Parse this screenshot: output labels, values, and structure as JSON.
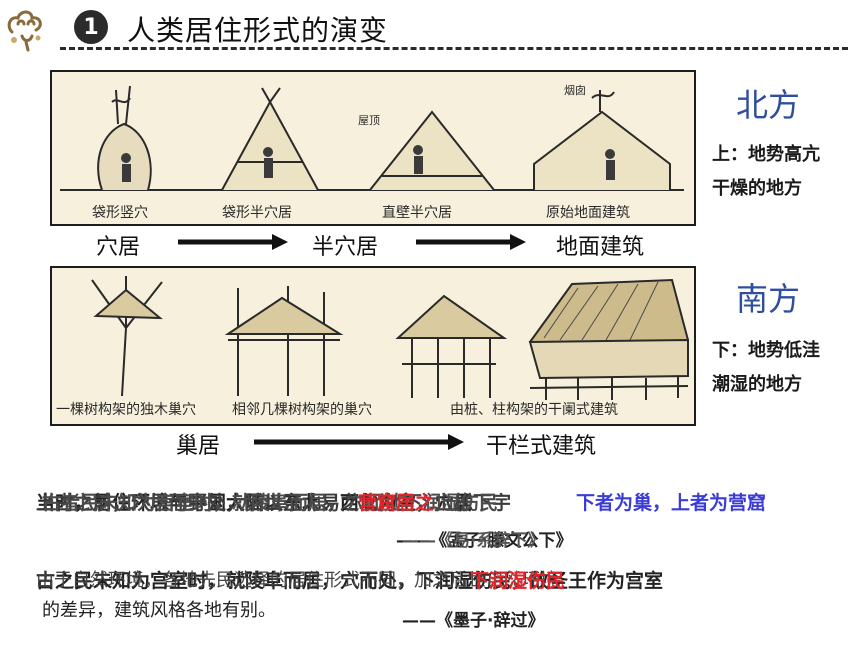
{
  "header": {
    "section_number": "1",
    "title": "人类居住形式的演变"
  },
  "north": {
    "illustration_captions": [
      "袋形竖穴",
      "袋形半穴居",
      "直壁半穴居",
      "原始地面建筑"
    ],
    "illustration_labels": [
      "屋顶",
      "烟囱"
    ],
    "stages": [
      "穴居",
      "半穴居",
      "地面建筑"
    ],
    "region": "北方",
    "desc_line1": "上：地势高亢",
    "desc_line2": "干燥的地方"
  },
  "south": {
    "illustration_captions": [
      "一棵树构架的独木巢穴",
      "相邻几棵树构架的巢穴",
      "由桩、柱构架的干阑式建筑"
    ],
    "stages": [
      "巢居",
      "干栏式建筑"
    ],
    "region": "南方",
    "desc_line1": "下：地势低洼",
    "desc_line2": "潮湿的地方"
  },
  "overlapping_text": {
    "block1_layer_a": "当时，居住环境与中国大陆以东北、西北为主，穴居",
    "block1_layer_b": "上古之前，穴居而野处，后世圣人易之以宫室，上栋下宇",
    "block1_layer_c": "古者民未知为宫室时，就陵阜而居，穴而处下润湿伤民",
    "block1_red": "营窟居之",
    "block1_red2": "下者为巢，上者为营窟",
    "block1_source_a": "——《孟子·滕文公下》",
    "block1_source_b": "——《易·系辞下》",
    "block2_layer_a": "古之民未知为宫室时，就陵阜而居，穴而处，下润湿伤民，故圣王作为宫室",
    "block2_layer_b": "由于自然环境，各地先民选择的居住形式不同，加之后世自然环境",
    "block2_red": "下润湿伤民",
    "block2_line2": "的差异，建筑风格各地有别。",
    "block2_source": "——《墨子·辞过》"
  },
  "colors": {
    "region_blue": "#2f4f9e",
    "highlight_red": "#e8242a",
    "highlight_blue": "#3b3bd6",
    "panel_bg": "#f6f0dc"
  }
}
